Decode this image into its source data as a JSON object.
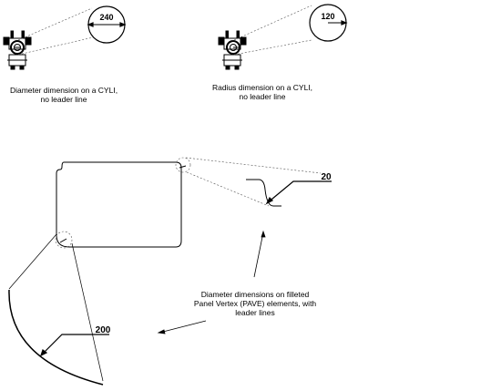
{
  "examples": {
    "diameter_cyli": {
      "value_label": "240",
      "caption_lines": [
        "Diameter dimension on a CYLI,",
        "no leader line"
      ]
    },
    "radius_cyli": {
      "value_label": "120",
      "caption_lines": [
        "Radius dimension on a CYLI,",
        "no leader line"
      ]
    },
    "pave": {
      "value_label_right": "20",
      "value_label_left": "200",
      "caption_lines": [
        "Diameter dimensions on filleted",
        "Panel Vertex (PAVE) elements, with",
        "leader lines"
      ]
    }
  },
  "colors": {
    "line": "#000000",
    "guide": "#555555",
    "background": "#ffffff"
  }
}
